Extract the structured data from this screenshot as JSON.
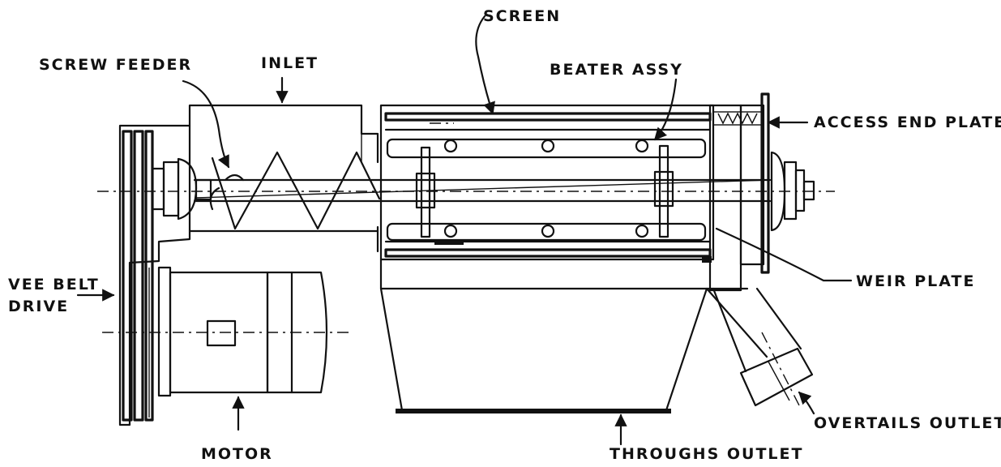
{
  "labels": {
    "screen": "SCREEN",
    "screw_feeder": "SCREW FEEDER",
    "inlet": "INLET",
    "beater_assy": "BEATER ASSY",
    "access_end_plate": "ACCESS END PLATE",
    "vee_belt_line1": "VEE BELT",
    "vee_belt_line2": "DRIVE",
    "weir_plate": "WEIR PLATE",
    "motor": "MOTOR",
    "throughs_outlet": "THROUGHS OUTLET",
    "overtails_outlet": "OVERTAILS OUTLET"
  }
}
